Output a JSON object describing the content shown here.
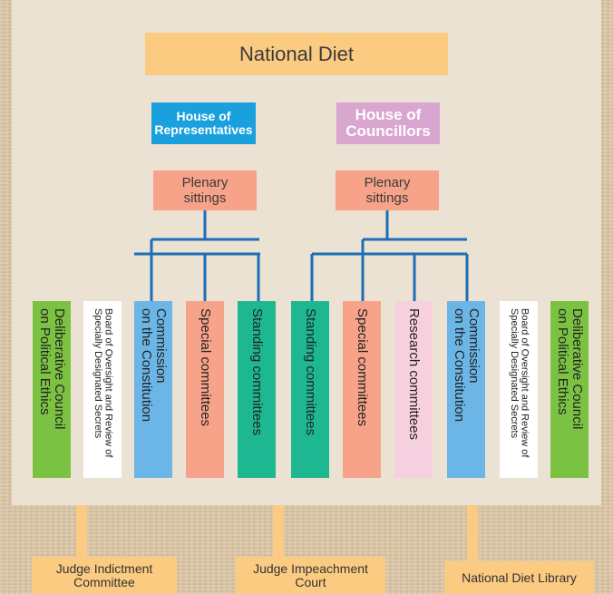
{
  "national_diet": "National Diet",
  "houses": {
    "representatives": "House of\nRepresentatives",
    "councillors": "House of\nCouncillors"
  },
  "plenary": {
    "left": "Plenary\nsittings",
    "right": "Plenary\nsittings"
  },
  "columns": [
    {
      "id": "left-deliberative-council",
      "label": "Deliberative Council\non Political Ethics",
      "color": "#7cc242",
      "small": false
    },
    {
      "id": "left-board-of-oversight",
      "label": "Board of Oversight and Review of\nSpecially Designated Secrets",
      "color": "#ffffff",
      "small": true
    },
    {
      "id": "left-commission-constitution",
      "label": "Commission\non the Constitution",
      "color": "#6bb6e6",
      "small": false
    },
    {
      "id": "left-special-committees",
      "label": "Special committees",
      "color": "#f7a389",
      "small": false
    },
    {
      "id": "left-standing-committees",
      "label": "Standing committees",
      "color": "#1db891",
      "small": false
    },
    {
      "id": "right-standing-committees",
      "label": "Standing committees",
      "color": "#1db891",
      "small": false
    },
    {
      "id": "right-special-committees",
      "label": "Special committees",
      "color": "#f7a389",
      "small": false
    },
    {
      "id": "right-research-committees",
      "label": "Research committees",
      "color": "#f7d0e0",
      "small": false
    },
    {
      "id": "right-commission-constitution",
      "label": "Commission\non the Constitution",
      "color": "#6bb6e6",
      "small": false
    },
    {
      "id": "right-board-of-oversight",
      "label": "Board of Oversight and Review of\nSpecially Designated Secrets",
      "color": "#ffffff",
      "small": true
    },
    {
      "id": "right-deliberative-council",
      "label": "Deliberative Council\non Political Ethics",
      "color": "#7cc242",
      "small": false
    }
  ],
  "bottom": {
    "judge_indictment": "Judge Indictment\nCommittee",
    "judge_impeachment": "Judge Impeachment\nCourt",
    "library": "National Diet Library"
  },
  "colors": {
    "connector": "#1a6fb5",
    "bottom_line": "#fbcb82"
  }
}
